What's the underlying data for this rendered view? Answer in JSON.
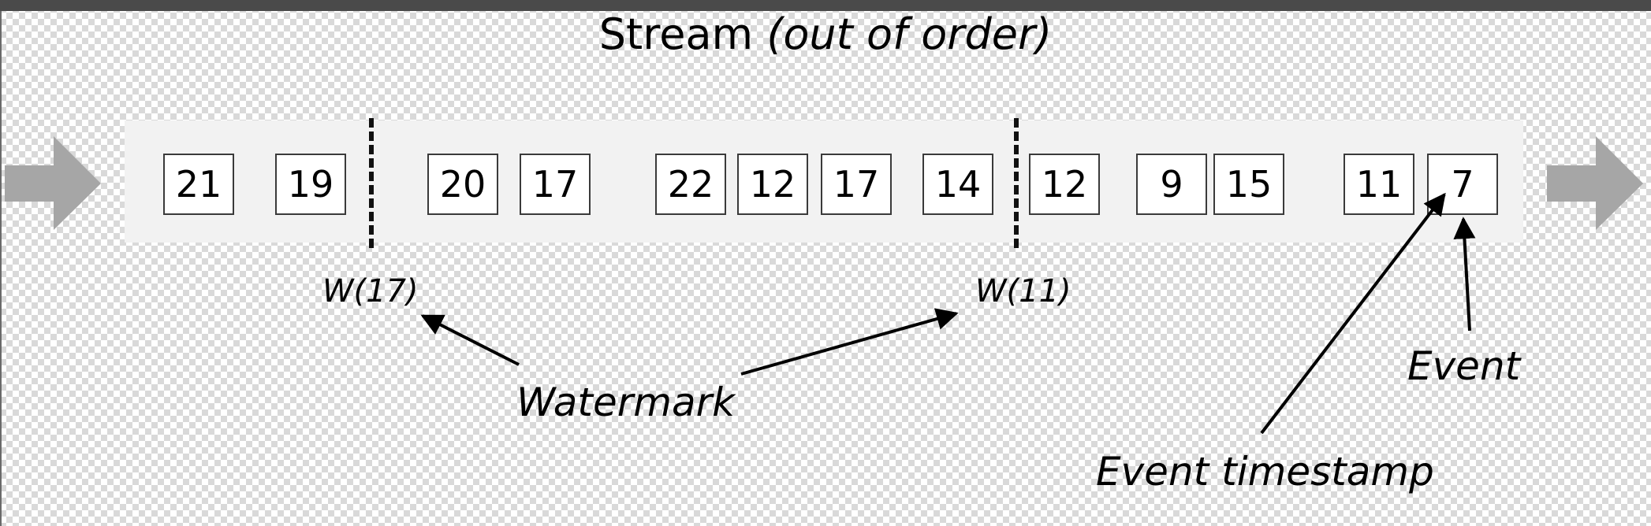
{
  "title": {
    "main": "Stream",
    "note": "(out of order)"
  },
  "events": [
    "21",
    "19",
    "20",
    "17",
    "22",
    "12",
    "17",
    "14",
    "12",
    "9",
    "15",
    "11",
    "7"
  ],
  "watermarks": [
    "W(17)",
    "W(11)"
  ],
  "annotations": {
    "watermark": "Watermark",
    "event": "Event",
    "event_timestamp": "Event timestamp"
  },
  "icons": [
    "right-arrow-icon",
    "right-arrow-icon"
  ],
  "colors": {
    "flow_arrow": "#a6a6a6",
    "band": "#f2f2f2",
    "box_border": "#3a3a3a"
  }
}
